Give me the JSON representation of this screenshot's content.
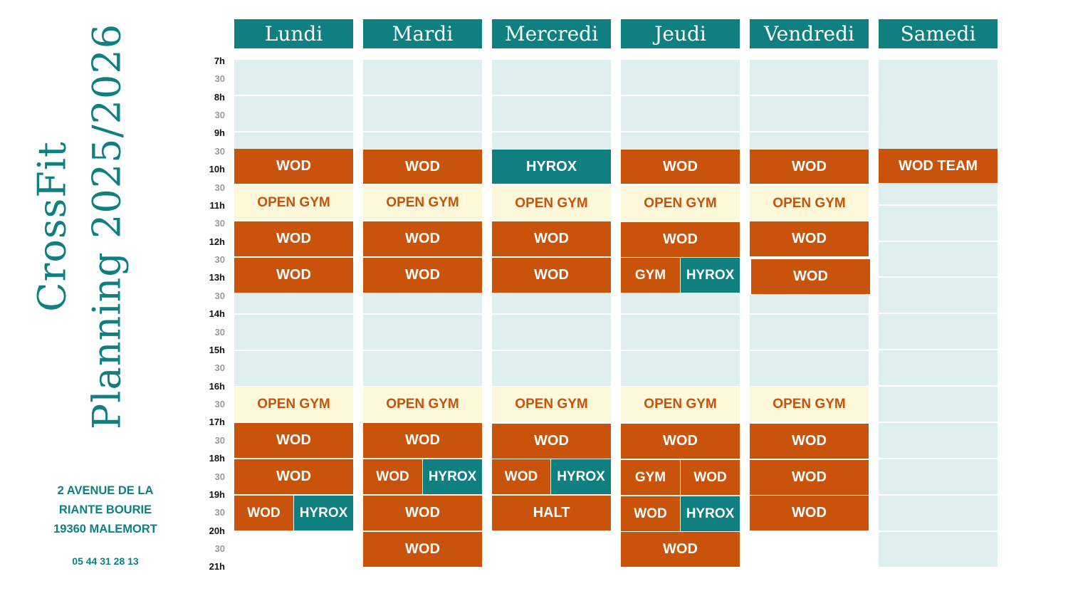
{
  "title": {
    "line1": "CrossFit",
    "line2": "Planning 2025/2026"
  },
  "address": {
    "line1": "2 AVENUE DE LA",
    "line2": "RIANTE BOURIE",
    "line3": "19360 MALEMORT"
  },
  "phone": "05 44 31 28 13",
  "times": [
    "7h",
    "30",
    "8h",
    "30",
    "9h",
    "30",
    "10h",
    "30",
    "11h",
    "30",
    "12h",
    "30",
    "13h",
    "30",
    "14h",
    "30",
    "15h",
    "30",
    "16h",
    "30",
    "17h",
    "30",
    "18h",
    "30",
    "19h",
    "30",
    "20h",
    "30",
    "21h"
  ],
  "days": [
    "Lundi",
    "Mardi",
    "Mercredi",
    "Jeudi",
    "Vendredi",
    "Samedi"
  ],
  "colors": {
    "wod": "#c9530a",
    "hyrox": "#0f7f80",
    "open_gym": "#fcf8d9",
    "empty_slot": "#dfefef",
    "header": "#0f7f80"
  },
  "schedule": [
    [
      {
        "label": "WOD",
        "type": "wod"
      },
      {
        "label": "OPEN GYM",
        "type": "open"
      },
      {
        "label": "WOD",
        "type": "wod"
      },
      {
        "label": "WOD",
        "type": "wod"
      },
      {
        "label": "OPEN GYM",
        "type": "open"
      },
      {
        "label": "WOD",
        "type": "wod"
      },
      {
        "label": "WOD",
        "type": "wod"
      },
      {
        "label": "WOD",
        "type": "wod"
      },
      {
        "label": "HYROX",
        "type": "hyrox"
      }
    ],
    [
      {
        "label": "WOD",
        "type": "wod"
      },
      {
        "label": "OPEN GYM",
        "type": "open"
      },
      {
        "label": "WOD",
        "type": "wod"
      },
      {
        "label": "WOD",
        "type": "wod"
      },
      {
        "label": "OPEN GYM",
        "type": "open"
      },
      {
        "label": "WOD",
        "type": "wod"
      },
      {
        "label": "WOD",
        "type": "wod"
      },
      {
        "label": "HYROX",
        "type": "hyrox"
      },
      {
        "label": "WOD",
        "type": "wod"
      },
      {
        "label": "WOD",
        "type": "wod"
      }
    ],
    [
      {
        "label": "HYROX",
        "type": "hyrox"
      },
      {
        "label": "OPEN GYM",
        "type": "open"
      },
      {
        "label": "WOD",
        "type": "wod"
      },
      {
        "label": "WOD",
        "type": "wod"
      },
      {
        "label": "OPEN GYM",
        "type": "open"
      },
      {
        "label": "WOD",
        "type": "wod"
      },
      {
        "label": "WOD",
        "type": "wod"
      },
      {
        "label": "HYROX",
        "type": "hyrox"
      },
      {
        "label": "HALT",
        "type": "wod"
      }
    ],
    [
      {
        "label": "WOD",
        "type": "wod"
      },
      {
        "label": "OPEN GYM",
        "type": "open"
      },
      {
        "label": "WOD",
        "type": "wod"
      },
      {
        "label": "GYM",
        "type": "wod"
      },
      {
        "label": "HYROX",
        "type": "hyrox"
      },
      {
        "label": "OPEN GYM",
        "type": "open"
      },
      {
        "label": "WOD",
        "type": "wod"
      },
      {
        "label": "GYM",
        "type": "wod"
      },
      {
        "label": "WOD",
        "type": "wod"
      },
      {
        "label": "WOD",
        "type": "wod"
      },
      {
        "label": "HYROX",
        "type": "hyrox"
      },
      {
        "label": "WOD",
        "type": "wod"
      }
    ],
    [
      {
        "label": "WOD",
        "type": "wod"
      },
      {
        "label": "OPEN GYM",
        "type": "open"
      },
      {
        "label": "WOD",
        "type": "wod"
      },
      {
        "label": "WOD",
        "type": "wod"
      },
      {
        "label": "OPEN GYM",
        "type": "open"
      },
      {
        "label": "WOD",
        "type": "wod"
      },
      {
        "label": "WOD",
        "type": "wod"
      },
      {
        "label": "WOD",
        "type": "wod"
      }
    ],
    [
      {
        "label": "WOD TEAM",
        "type": "wod"
      }
    ]
  ]
}
